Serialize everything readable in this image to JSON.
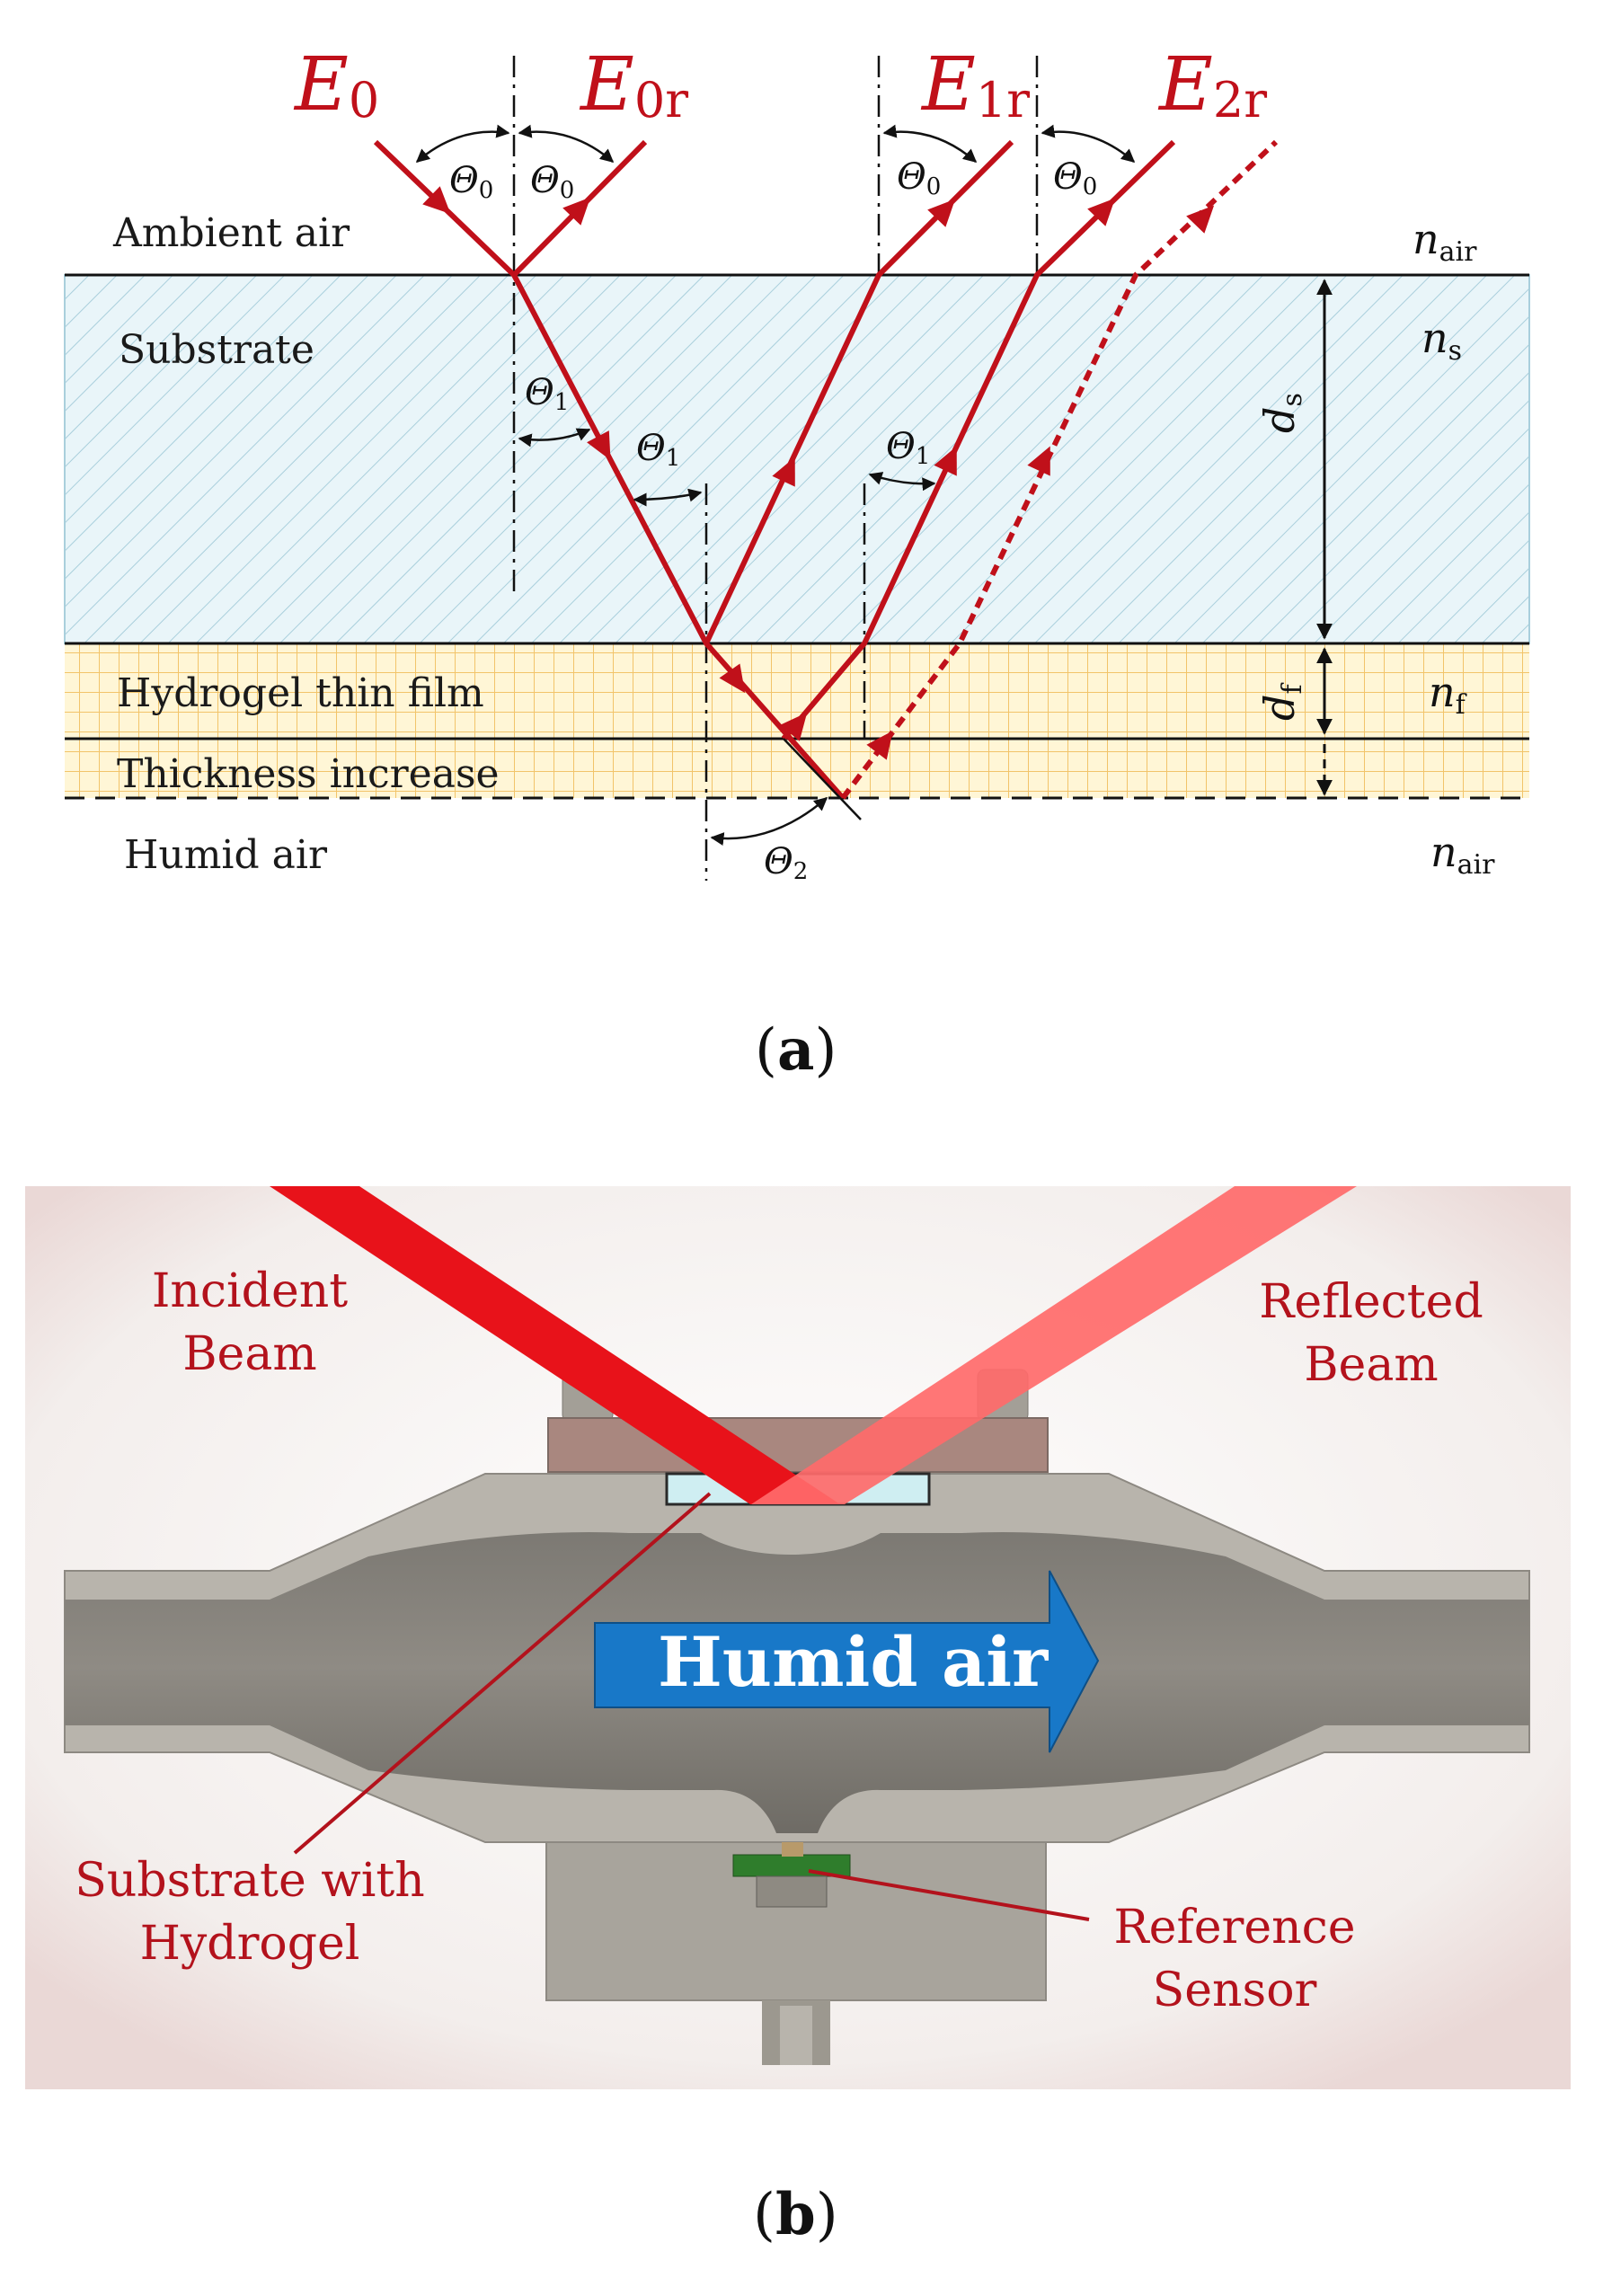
{
  "colors": {
    "ray": "#c0101a",
    "substrate_fill": "#e9f5f9",
    "substrate_hatch": "#9fc8d6",
    "film_fill": "#fff6d6",
    "film_grid": "#f2c46a",
    "housing": "#a8a49c",
    "flow_arrow": "#1878c8",
    "label_red": "#b3121c"
  },
  "panel_a": {
    "caption": "a",
    "fields": {
      "E0": {
        "main": "E",
        "sub": "0"
      },
      "E0r": {
        "main": "E",
        "sub": "0r"
      },
      "E1r": {
        "main": "E",
        "sub": "1r"
      },
      "E2r": {
        "main": "E",
        "sub": "2r"
      }
    },
    "angles": {
      "theta0": {
        "main": "Θ",
        "sub": "0"
      },
      "theta1": {
        "main": "Θ",
        "sub": "1"
      },
      "theta2": {
        "main": "Θ",
        "sub": "2"
      }
    },
    "layers": {
      "ambient_air": "Ambient air",
      "substrate": "Substrate",
      "hydrogel": "Hydrogel thin film",
      "thickness_increase": "Thickness increase",
      "humid_air": "Humid air"
    },
    "indices": {
      "n_air_top": {
        "main": "n",
        "sub": "air"
      },
      "n_s": {
        "main": "n",
        "sub": "s"
      },
      "n_f": {
        "main": "n",
        "sub": "f"
      },
      "n_air_bottom": {
        "main": "n",
        "sub": "air"
      }
    },
    "thickness": {
      "d_s": {
        "main": "d",
        "sub": "s"
      },
      "d_f": {
        "main": "d",
        "sub": "f"
      }
    }
  },
  "panel_b": {
    "caption": "b",
    "incident_beam": [
      "Incident",
      "Beam"
    ],
    "reflected_beam": [
      "Reflected",
      "Beam"
    ],
    "flow_label": "Humid air",
    "substrate_label": [
      "Substrate with",
      "Hydrogel"
    ],
    "reference_sensor": [
      "Reference",
      "Sensor"
    ]
  }
}
